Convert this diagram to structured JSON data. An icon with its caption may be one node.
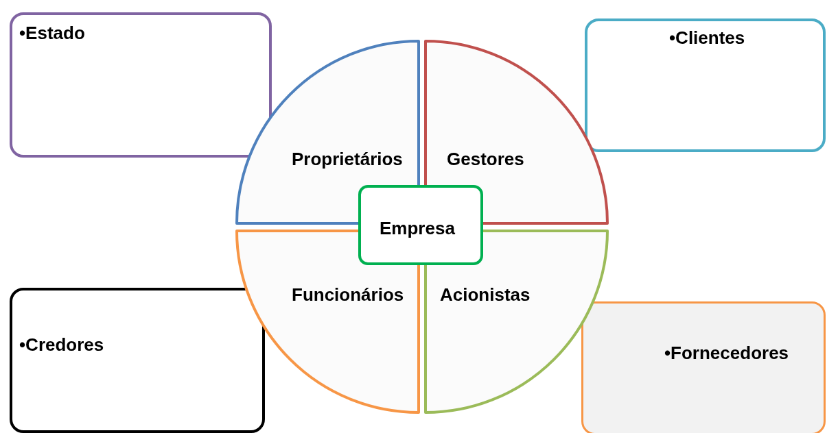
{
  "diagram": {
    "nodes": [
      {
        "text": [
          "•Estado"
        ]
      },
      {
        "text": [
          "•Clientes"
        ]
      },
      {
        "text": [
          "Proprietários"
        ]
      },
      {
        "text": [
          "Gestores"
        ]
      },
      {
        "text": [
          "Empresa"
        ]
      },
      {
        "text": [
          "Funcionários"
        ]
      },
      {
        "text": [
          "Acionistas"
        ]
      },
      {
        "text": [
          "•Credores"
        ]
      },
      {
        "text": [
          "•Fornecedores"
        ]
      }
    ]
  }
}
